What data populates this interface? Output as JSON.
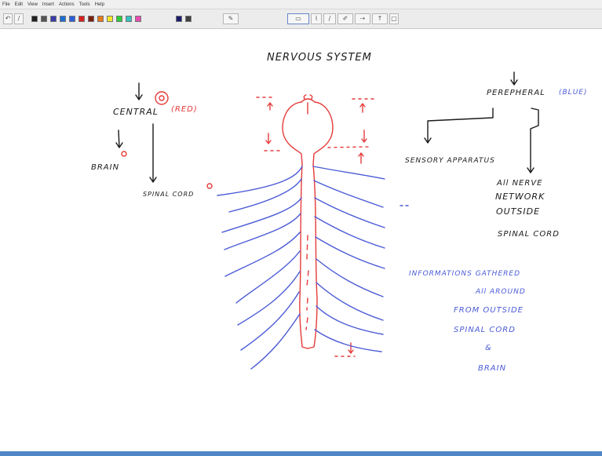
{
  "menu": [
    "File",
    "Edit",
    "View",
    "Insert",
    "Actions",
    "Tools",
    "Help"
  ],
  "toolbar": {
    "pen_colors": [
      "#222222",
      "#555555",
      "#3a3aa8",
      "#1c6fd1",
      "#2a5fd8",
      "#d8201c",
      "#7a1f0f",
      "#e77a1a",
      "#f2e52a",
      "#2bcd3a",
      "#39c0c0",
      "#e64db0",
      "#1a1a6a",
      "#404040"
    ]
  },
  "slide": {
    "title": "NERVOUS   SYSTEM",
    "central": "CENTRAL",
    "central_color_note": "(RED)",
    "brain": "BRAIN",
    "spinal_cord_left": "SPINAL CORD",
    "peripheral": "PEREPHERAL",
    "peripheral_color_note": "(BLUE)",
    "sensory": "SENSORY  APPARATUS",
    "nerve_line1": "All  NERVE",
    "nerve_line2": "NETWORK",
    "nerve_line3": "OUTSIDE",
    "nerve_line4": "SPINAL CORD",
    "info_line1": "INFORMATIONS   GATHERED",
    "info_line2": "All   AROUND",
    "info_line3": "FROM   OUTSIDE",
    "info_line4": "SPINAL   CORD",
    "info_line5": "&",
    "info_line6": "BRAIN"
  },
  "colors": {
    "ink_black": "#1a1a1a",
    "ink_red": "#e53b3b",
    "ink_blue": "#4a5bd6"
  }
}
